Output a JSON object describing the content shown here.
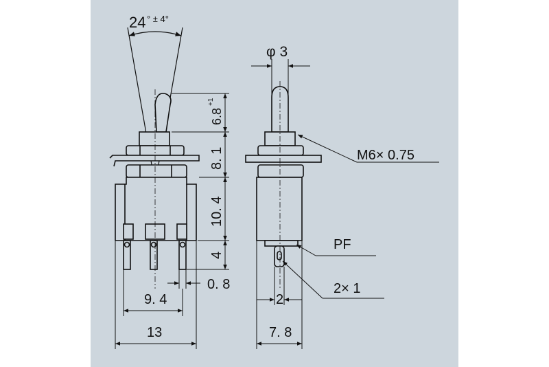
{
  "colors": {
    "background": "#cdd6dd",
    "ink": "#111111",
    "page": "#ffffff"
  },
  "labels": {
    "angle_main": "24",
    "angle_sup": "° ± 4°",
    "phi_dia": "φ 3",
    "lever_height": "6.8",
    "lever_tol": "+1",
    "bushing_height": "8. 1",
    "body_height": "10. 4",
    "terminal_length": "4",
    "thread": "M6× 0.75",
    "pf": "PF",
    "terminal_size": "2× 1",
    "terminal_thickness": "0. 8",
    "terminal_pitch": "9. 4",
    "width_front": "13",
    "terminal_width": "2",
    "width_side": "7. 8"
  }
}
